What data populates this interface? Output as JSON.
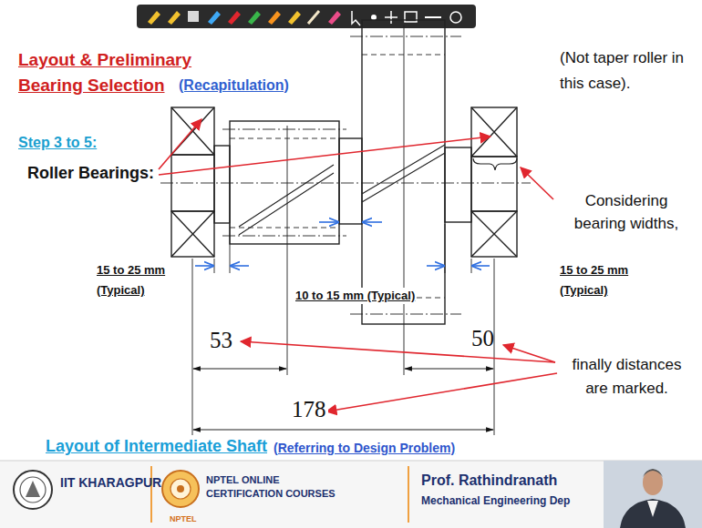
{
  "diagram": {
    "title": "Layout & Preliminary Bearing Selection",
    "caption": "Layout of Intermediate Shaft",
    "labels": [
      "(Recapitulation)",
      "Step 3 to 5:",
      "(Not taper roller in this case).",
      "Roller Bearings:",
      "Considering bearing widths,",
      "15 to 25 mm (Typical)",
      "10 to 15 mm (Typical)",
      "15 to 25 mm (Typical)",
      "53",
      "50",
      "178",
      "finally distances are marked.",
      "(Referring to Design Problem)",
      "IIT KHARAGPUR",
      "NPTEL ONLINE CERTIFICATION COURSES",
      "NPTEL",
      "Prof. Rathindranath",
      "Mechanical Engineering Dep"
    ]
  }
}
